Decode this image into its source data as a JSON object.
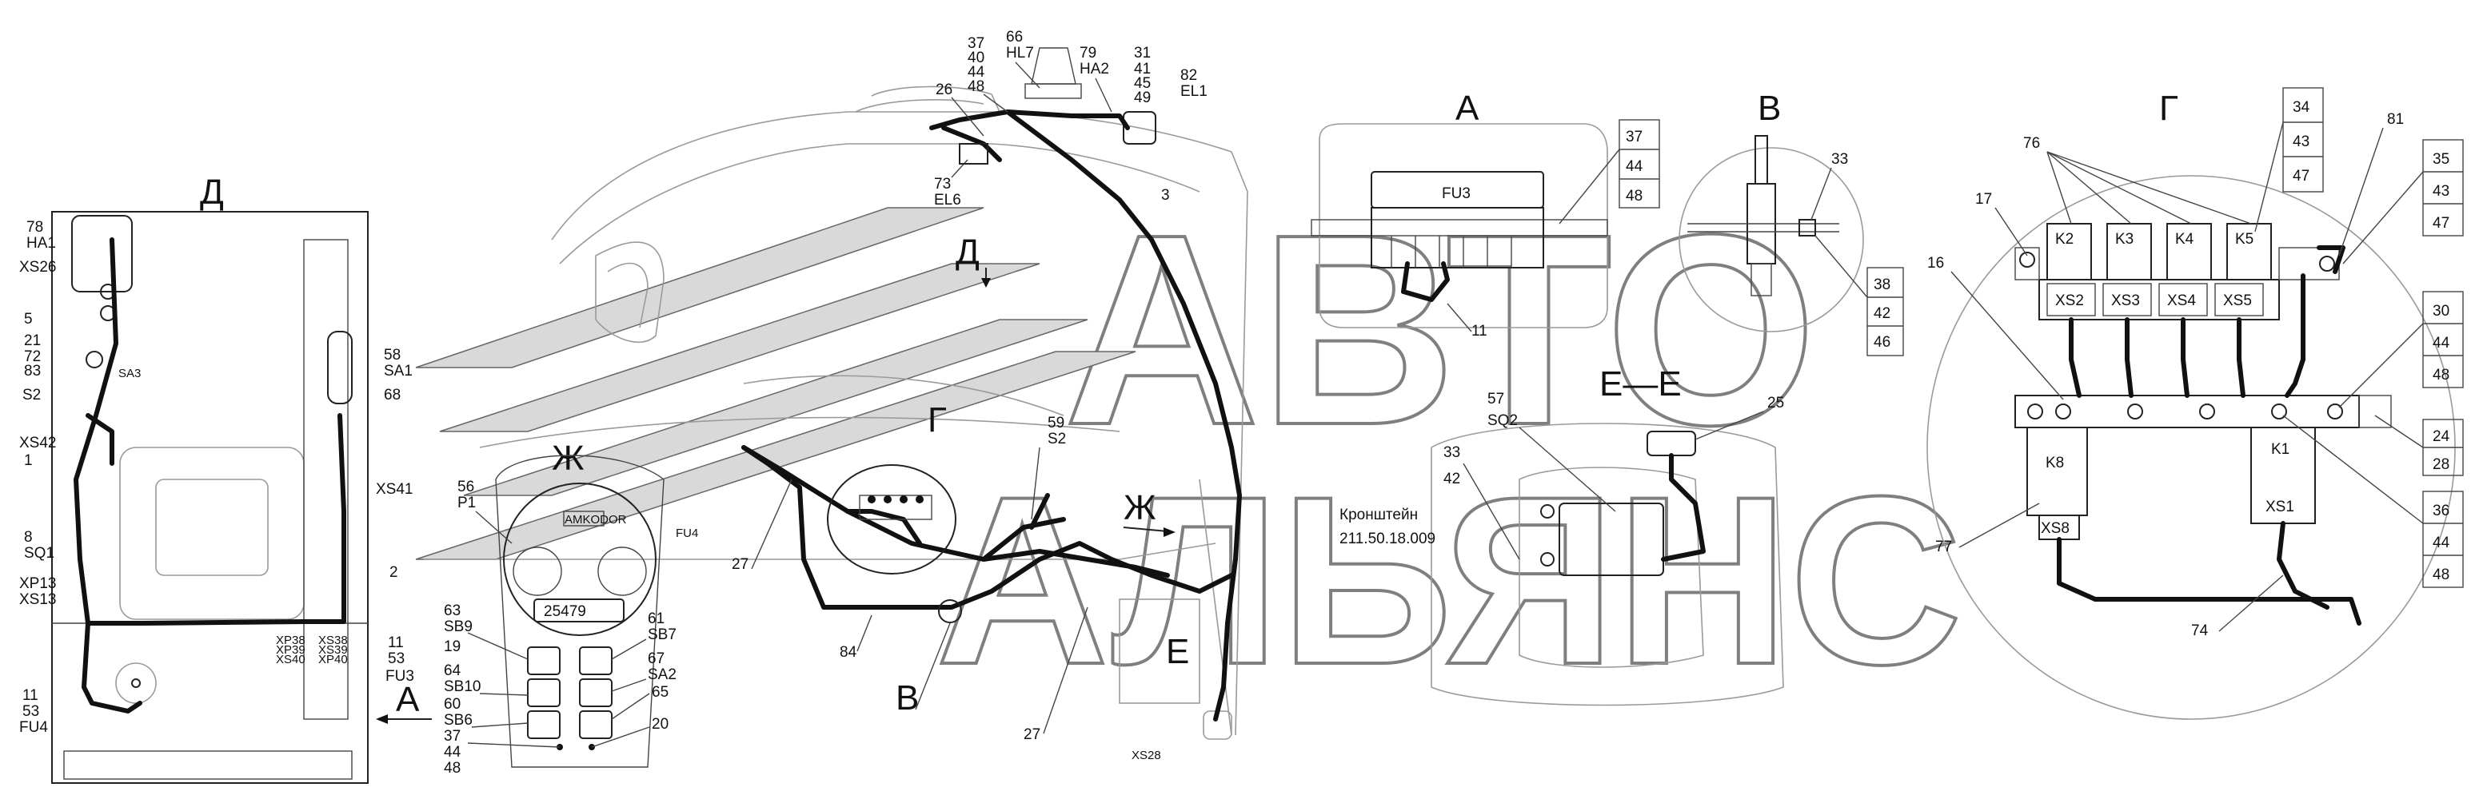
{
  "views": {
    "d": "Д",
    "a": "А",
    "v": "В",
    "g": "Г",
    "ee": "Е—Е",
    "zh_main": "Ж",
    "d_arrow": "Д",
    "zh_arrow": "Ж",
    "a_arrow": "А",
    "v_small": "В",
    "e_small": "Е",
    "g_small": "Г"
  },
  "watermark": {
    "line1": "АВТО",
    "line2": "АЛЬЯНС"
  },
  "bracket": {
    "line1": "Кронштейн",
    "line2": "211.50.18.009"
  },
  "panel_d": {
    "l78": "78",
    "lHA1": "HA1",
    "lXS26": "XS26",
    "l5": "5",
    "l21": "21",
    "l72": "72",
    "l83": "83",
    "lSA3": "SA3",
    "lS2": "S2",
    "lXS42": "XS42",
    "l1": "1",
    "l8": "8",
    "lSQ1": "SQ1",
    "lXP13": "XP13",
    "lXS13": "XS13",
    "l11a": "11",
    "l53a": "53",
    "lFU4": "FU4",
    "l58": "58",
    "lSA1": "SA1",
    "l68": "68",
    "lXS41": "XS41",
    "l2": "2",
    "l11b": "11",
    "l53b": "53",
    "lFU3": "FU3",
    "lXP38": "XP38",
    "lXP39": "XP39",
    "lXS40": "XS40",
    "lXS38": "XS38",
    "lXS39": "XS39",
    "lXP40": "XP40"
  },
  "cab": {
    "l37": "37",
    "l40": "40",
    "l44": "44",
    "l48": "48",
    "l66": "66",
    "lHL7": "HL7",
    "l79": "79",
    "lHA2": "HA2",
    "l31": "31",
    "l41": "41",
    "l45": "45",
    "l49": "49",
    "l82": "82",
    "lEL1": "EL1",
    "l26": "26",
    "l73": "73",
    "lEL6": "EL6",
    "l3": "3",
    "l59": "59",
    "lS2": "S2",
    "l27a": "27",
    "l27b": "27",
    "l84": "84",
    "lXS28": "XS28",
    "lFU4": "FU4"
  },
  "dash": {
    "l56": "56",
    "lP1": "P1",
    "l63": "63",
    "lSB9": "SB9",
    "l19": "19",
    "l64": "64",
    "lSB10": "SB10",
    "l60": "60",
    "lSB6": "SB6",
    "l37": "37",
    "l44": "44",
    "l48": "48",
    "l61": "61",
    "lSB7": "SB7",
    "l67": "67",
    "lSA2": "SA2",
    "l65": "65",
    "l20": "20",
    "odometer": "25479",
    "brand": "AMKODOR"
  },
  "view_a": {
    "fu3": "FU3",
    "l37": "37",
    "l44": "44",
    "l48": "48",
    "l11": "11"
  },
  "view_v": {
    "l33": "33",
    "l38": "38",
    "l42": "42",
    "l46": "46"
  },
  "view_ee": {
    "l57": "57",
    "lSQ2": "SQ2",
    "l25": "25",
    "l33": "33",
    "l42": "42"
  },
  "view_g": {
    "l76": "76",
    "l34": "34",
    "l43a": "43",
    "l47a": "47",
    "l81": "81",
    "l35": "35",
    "l43b": "43",
    "l47b": "47",
    "l17": "17",
    "l16": "16",
    "l30": "30",
    "l44a": "44",
    "l48a": "48",
    "l24": "24",
    "l28": "28",
    "l36": "36",
    "l44b": "44",
    "l48b": "48",
    "l77": "77",
    "l74": "74",
    "K2": "K2",
    "K3": "K3",
    "K4": "K4",
    "K5": "K5",
    "XS2": "XS2",
    "XS3": "XS3",
    "XS4": "XS4",
    "XS5": "XS5",
    "K8": "K8",
    "K1": "K1",
    "XS1": "XS1",
    "XS8": "XS8"
  }
}
